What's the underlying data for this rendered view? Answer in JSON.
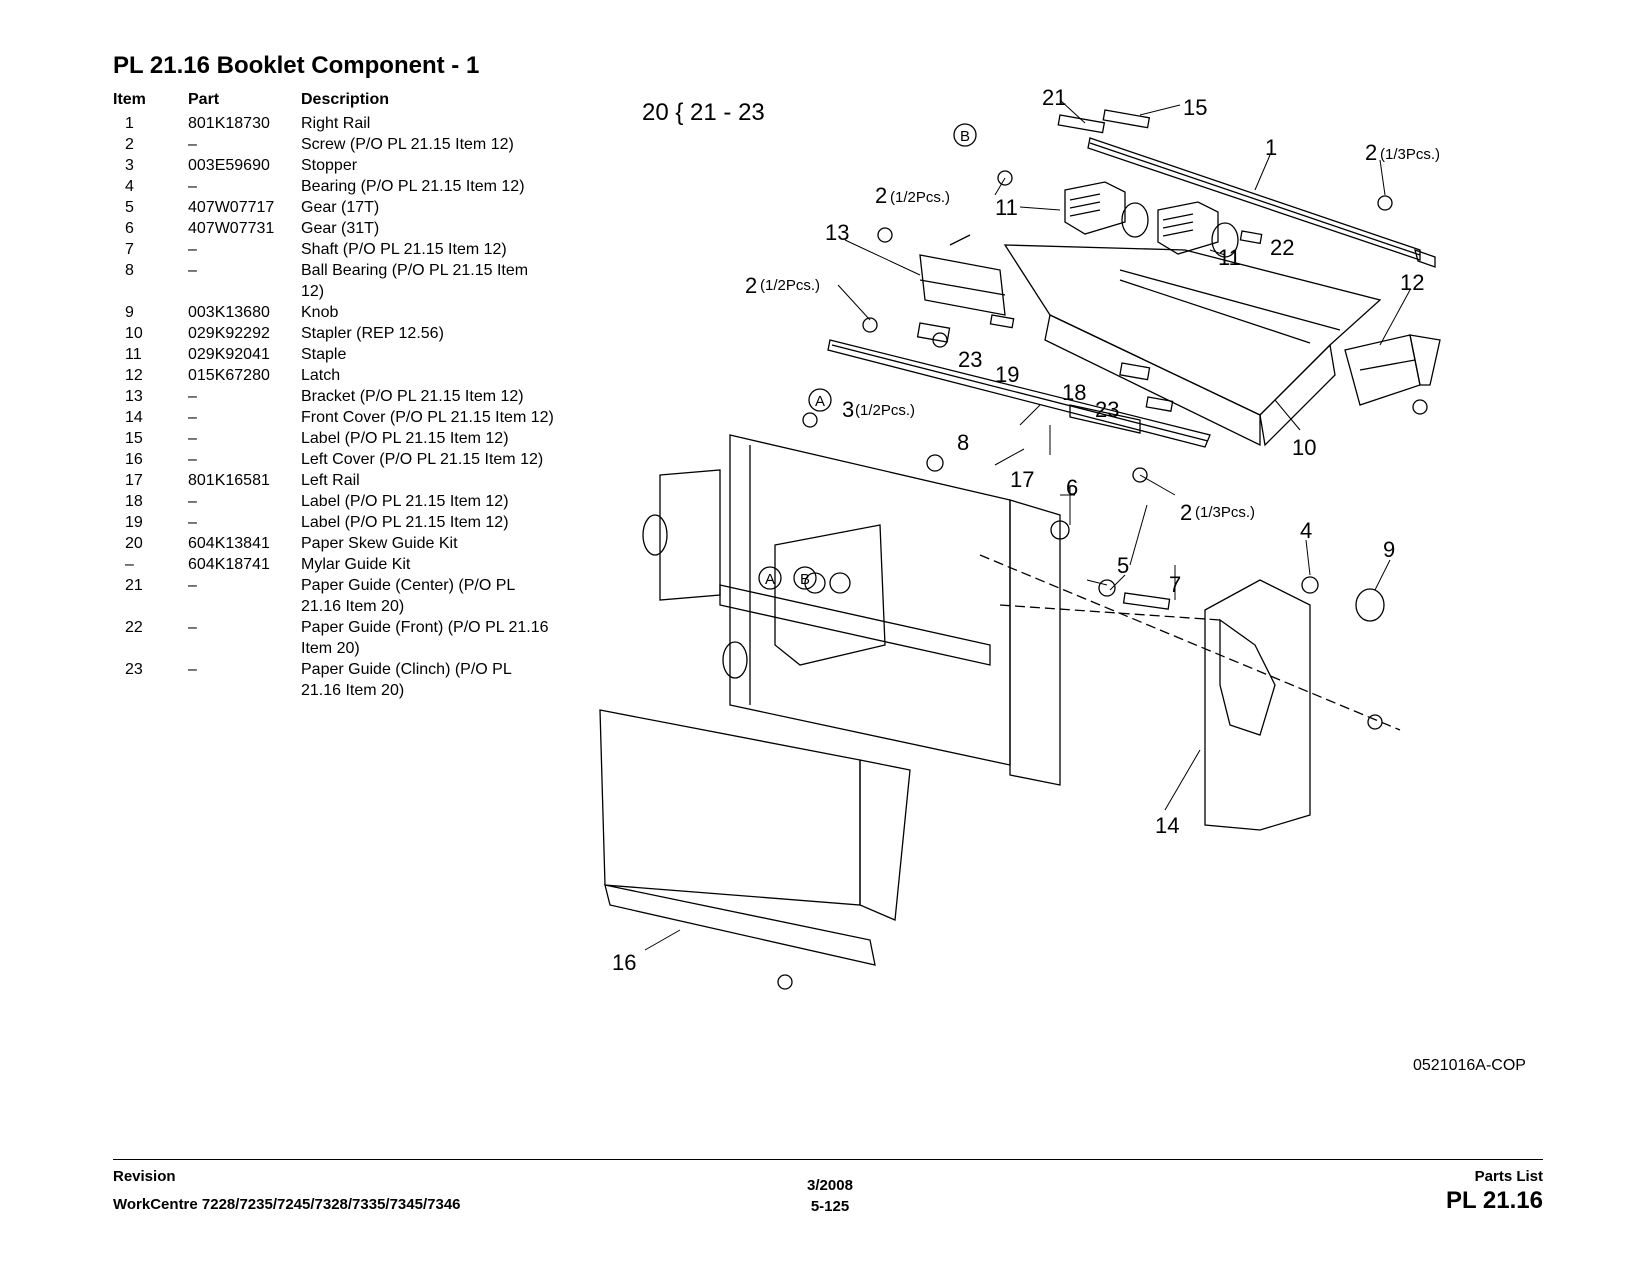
{
  "page": {
    "title": "PL 21.16 Booklet Component - 1"
  },
  "table": {
    "headers": {
      "item": "Item",
      "part": "Part",
      "description": "Description"
    },
    "rows": [
      {
        "item": "1",
        "part": "801K18730",
        "desc": "Right Rail"
      },
      {
        "item": "2",
        "part": "–",
        "desc": "Screw (P/O PL 21.15 Item 12)"
      },
      {
        "item": "3",
        "part": "003E59690",
        "desc": "Stopper"
      },
      {
        "item": "4",
        "part": "–",
        "desc": "Bearing (P/O PL 21.15 Item 12)"
      },
      {
        "item": "5",
        "part": "407W07717",
        "desc": "Gear (17T)"
      },
      {
        "item": "6",
        "part": "407W07731",
        "desc": "Gear (31T)"
      },
      {
        "item": "7",
        "part": "–",
        "desc": "Shaft (P/O PL 21.15 Item 12)"
      },
      {
        "item": "8",
        "part": "–",
        "desc": "Ball Bearing (P/O PL 21.15 Item",
        "desc2": "12)"
      },
      {
        "item": "9",
        "part": "003K13680",
        "desc": "Knob"
      },
      {
        "item": "10",
        "part": "029K92292",
        "desc": "Stapler (REP 12.56)"
      },
      {
        "item": "11",
        "part": "029K92041",
        "desc": "Staple"
      },
      {
        "item": "12",
        "part": "015K67280",
        "desc": "Latch"
      },
      {
        "item": "13",
        "part": "–",
        "desc": "Bracket (P/O PL 21.15 Item 12)"
      },
      {
        "item": "14",
        "part": "–",
        "desc": "Front Cover (P/O PL 21.15 Item 12)"
      },
      {
        "item": "15",
        "part": "–",
        "desc": "Label (P/O PL 21.15 Item 12)"
      },
      {
        "item": "16",
        "part": "–",
        "desc": "Left Cover (P/O PL 21.15 Item 12)"
      },
      {
        "item": "17",
        "part": "801K16581",
        "desc": "Left Rail"
      },
      {
        "item": "18",
        "part": "–",
        "desc": "Label (P/O PL 21.15 Item 12)"
      },
      {
        "item": "19",
        "part": "–",
        "desc": "Label (P/O PL 21.15 Item 12)"
      },
      {
        "item": "20",
        "part": "604K13841",
        "desc": "Paper Skew Guide Kit"
      },
      {
        "item": "–",
        "part": "604K18741",
        "desc": "Mylar Guide Kit"
      },
      {
        "item": "21",
        "part": "–",
        "desc": "Paper Guide (Center) (P/O PL",
        "desc2": "21.16 Item 20)"
      },
      {
        "item": "22",
        "part": "–",
        "desc": "Paper Guide (Front) (P/O PL 21.16",
        "desc2": "Item 20)"
      },
      {
        "item": "23",
        "part": "–",
        "desc": "Paper Guide (Clinch) (P/O PL",
        "desc2": "21.16 Item 20)"
      }
    ]
  },
  "diagram": {
    "kit_note": "20 { 21 - 23",
    "callouts": {
      "c1": "1",
      "c2a": "2",
      "c2a_qty": "(1/2Pcs.)",
      "c2b": "2",
      "c2b_qty": "(1/3Pcs.)",
      "c2c": "2",
      "c2c_qty": "(1/2Pcs.)",
      "c2d": "2",
      "c2d_qty": "(1/3Pcs.)",
      "c3": "3",
      "c3_qty": "(1/2Pcs.)",
      "c4": "4",
      "c5": "5",
      "c6": "6",
      "c7": "7",
      "c8": "8",
      "c9": "9",
      "c10": "10",
      "c11a": "11",
      "c11b": "11",
      "c12": "12",
      "c13": "13",
      "c14": "14",
      "c15": "15",
      "c16": "16",
      "c17": "17",
      "c18": "18",
      "c19": "19",
      "c21": "21",
      "c22": "22",
      "c23a": "23",
      "c23b": "23",
      "ref_a1": "A",
      "ref_a2": "A",
      "ref_b1": "B",
      "ref_b2": "B"
    },
    "code": "0521016A-COP"
  },
  "footer": {
    "revision": "Revision",
    "model": "WorkCentre 7228/7235/7245/7328/7335/7345/7346",
    "date": "3/2008",
    "page_number": "5-125",
    "section": "Parts List",
    "pl": "PL 21.16"
  }
}
